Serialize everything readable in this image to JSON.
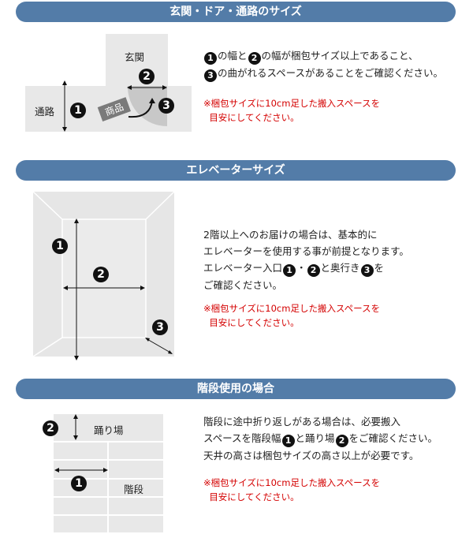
{
  "sections": [
    {
      "title": "玄関・ドア・通路のサイズ",
      "labels": {
        "entrance": "玄関",
        "corridor": "通路",
        "item": "商品"
      },
      "lines": [
        [
          "",
          "1",
          "の幅と",
          "2",
          "の幅が梱包サイズ以上であること、"
        ],
        [
          "",
          "3",
          "の曲がれるスペースがあることをご確認ください。"
        ]
      ],
      "note": [
        "※梱包サイズに10cm足した搬入スペースを",
        "目安にしてください。"
      ]
    },
    {
      "title": "エレベーターサイズ",
      "lines": [
        "2階以上へのお届けの場合は、基本的に",
        "エレベーターを使用する事が前提となります。"
      ],
      "line3": {
        "a": "エレベーター入口",
        "n1": "1",
        "sep": "・",
        "n2": "2",
        "b": "と奥行き",
        "n3": "3",
        "c": "を"
      },
      "line4": "ご確認ください。",
      "note": [
        "※梱包サイズに10cm足した搬入スペースを",
        "目安にしてください。"
      ]
    },
    {
      "title": "階段使用の場合",
      "labels": {
        "landing": "踊り場",
        "stairs": "階段"
      },
      "line1": "階段に途中折り返しがある場合は、必要搬入",
      "line2": {
        "a": "スペースを階段幅",
        "n1": "1",
        "b": "と踊り場",
        "n2": "2",
        "c": "をご確認ください。"
      },
      "line3": "天井の高さは梱包サイズの高さ以上が必要です。",
      "note": [
        "※梱包サイズに10cm足した搬入スペースを",
        "目安にしてください。"
      ]
    }
  ],
  "nums": {
    "one": "1",
    "two": "2",
    "three": "3"
  }
}
